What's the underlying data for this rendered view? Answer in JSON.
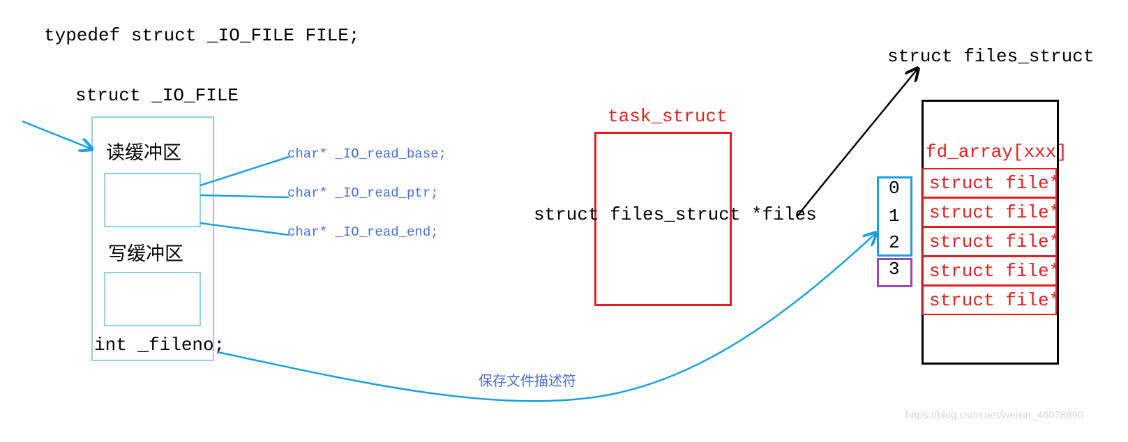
{
  "typedef_line": "typedef struct _IO_FILE FILE;",
  "io_file": {
    "title": "struct _IO_FILE",
    "read_buffer_label": "读缓冲区",
    "write_buffer_label": "写缓冲区",
    "fileno_label": "int _fileno;"
  },
  "read_fields": [
    "char* _IO_read_base;",
    "char* _IO_read_ptr;",
    "char* _IO_read_end;"
  ],
  "task_struct": {
    "title": "task_struct",
    "member": "struct files_struct *files"
  },
  "files_struct": {
    "title": "struct files_struct",
    "array_label": "fd_array[xxx]",
    "entries": [
      "struct file*",
      "struct file*",
      "struct file*",
      "struct file*",
      "struct file*"
    ]
  },
  "fd_indices": [
    "0",
    "1",
    "2",
    "3"
  ],
  "annotation": "保存文件描述符",
  "watermark": "https://blog.csdn.net/weixin_46078890",
  "colors": {
    "cyan_box": "#8fd3e0",
    "blue_arrow": "#1aa0e0",
    "blue_text": "#4a6fd8",
    "red": "#e02020",
    "purple": "#9b4bb0",
    "black": "#000000"
  }
}
